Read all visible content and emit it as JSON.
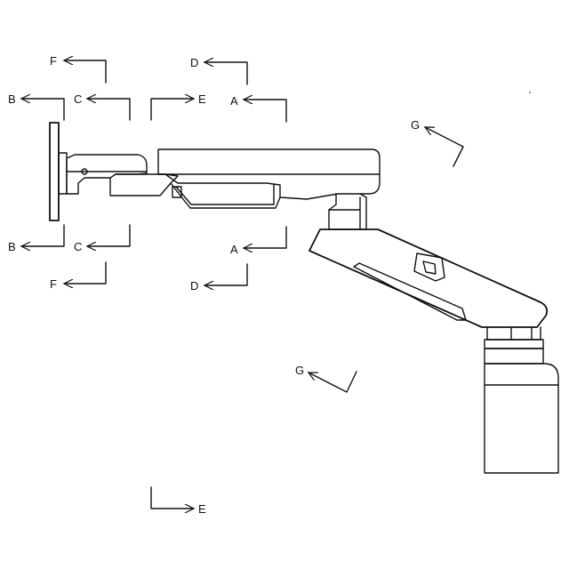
{
  "section_labels": {
    "a_top": "A",
    "a_bottom": "A",
    "b_top": "B",
    "b_bottom": "B",
    "c_top": "C",
    "c_bottom": "C",
    "d_top": "D",
    "d_bottom": "D",
    "e_top": "E",
    "e_bottom": "E",
    "f_top": "F",
    "f_bottom": "F",
    "g_top": "G",
    "g_bottom": "G"
  }
}
